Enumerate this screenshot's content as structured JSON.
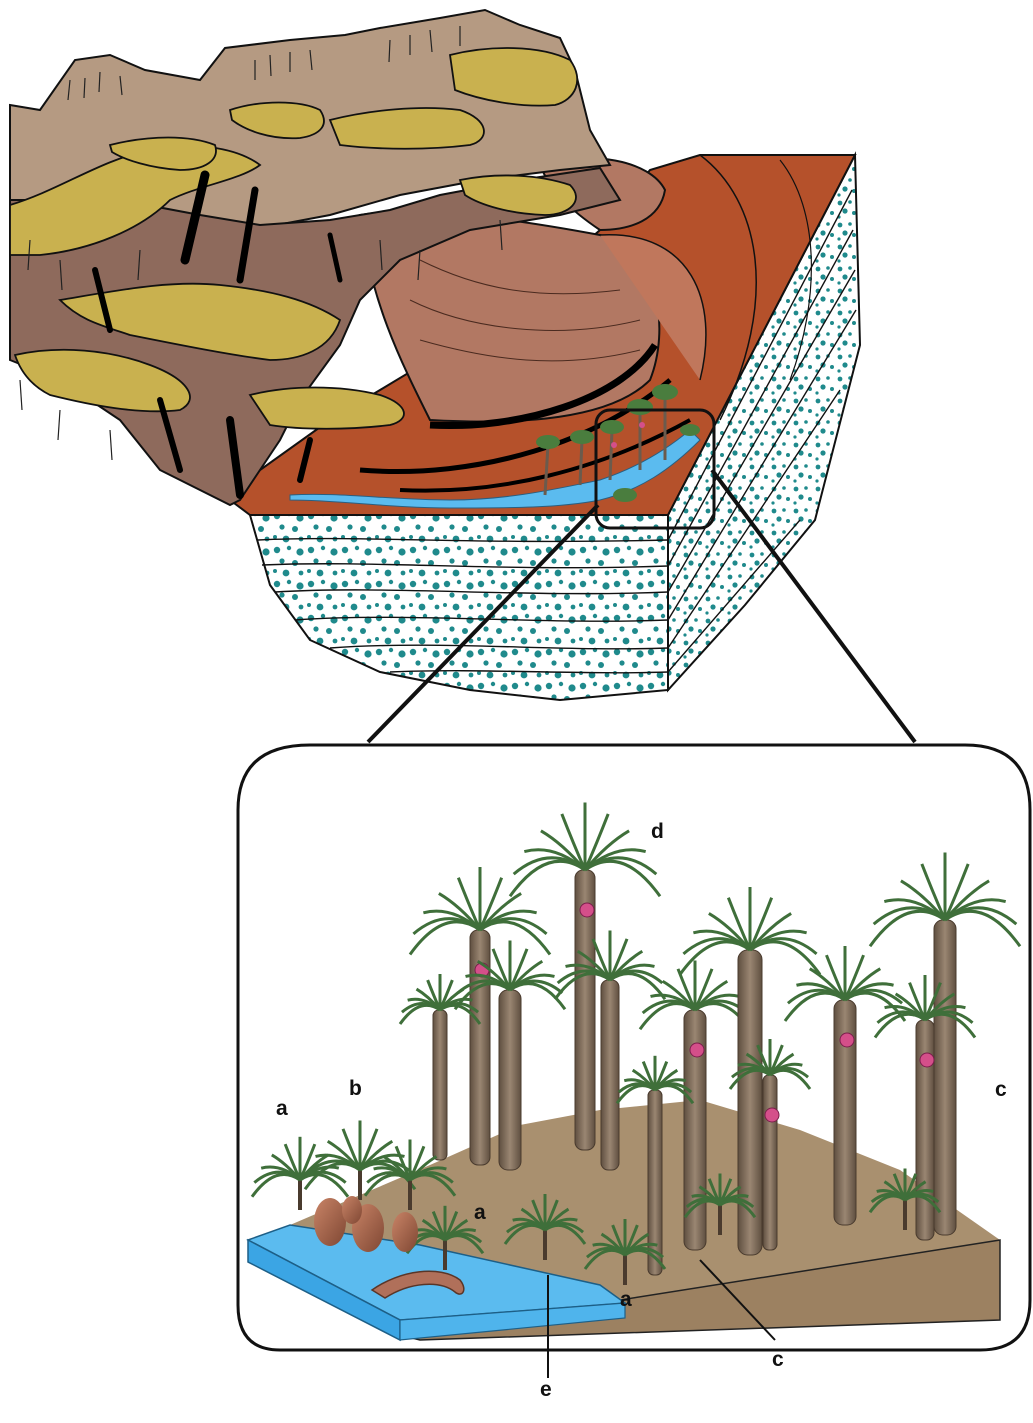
{
  "figure": {
    "labels": [
      {
        "id": "a1",
        "text": "a"
      },
      {
        "id": "b",
        "text": "b"
      },
      {
        "id": "a2",
        "text": "a"
      },
      {
        "id": "a3",
        "text": "a"
      },
      {
        "id": "d",
        "text": "d"
      },
      {
        "id": "c1",
        "text": "c"
      },
      {
        "id": "c2",
        "text": "c"
      },
      {
        "id": "e",
        "text": "e"
      }
    ]
  },
  "colors": {
    "mountain_tan": "#b59a82",
    "mountain_olive": "#c9b14f",
    "cliff_brown": "#8e6a5c",
    "basin_red": "#b5512b",
    "fan_brown": "#b27863",
    "aquifer_teal": "#1f8a8c",
    "water_blue": "#5bbbef",
    "soil_brown": "#a9906f",
    "trunk": "#8a7560",
    "frond": "#3f6f3a",
    "cone_flower": "#d44f8a",
    "cycad_cone": "#a8664a"
  },
  "icons": [
    "block-diagram",
    "zoom-box",
    "tree-fern",
    "cycad",
    "bennettitalean-tree"
  ]
}
